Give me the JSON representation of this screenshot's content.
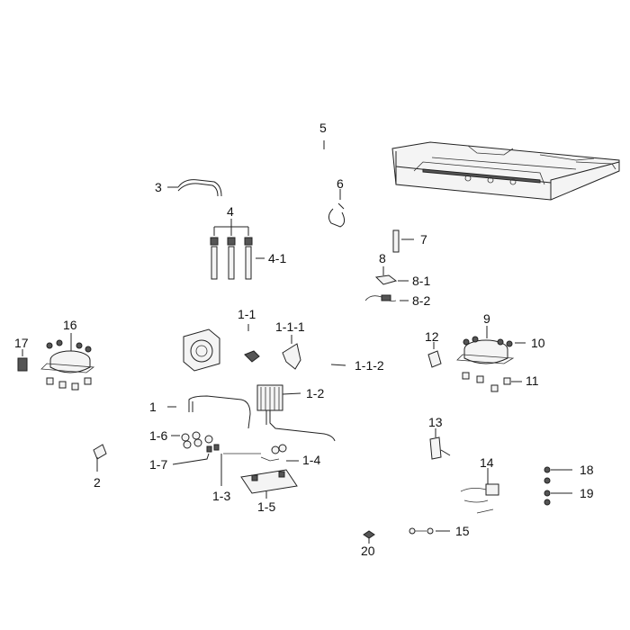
{
  "labels": {
    "p1": "1",
    "p1_1": "1-1",
    "p1_1_1": "1-1-1",
    "p1_1_2": "1-1-2",
    "p1_2": "1-2",
    "p1_3": "1-3",
    "p1_4": "1-4",
    "p1_5": "1-5",
    "p1_6": "1-6",
    "p1_7": "1-7",
    "p2": "2",
    "p3": "3",
    "p4": "4",
    "p4_1": "4-1",
    "p5": "5",
    "p6": "6",
    "p7": "7",
    "p8": "8",
    "p8_1": "8-1",
    "p8_2": "8-2",
    "p9": "9",
    "p10": "10",
    "p11": "11",
    "p12": "12",
    "p13": "13",
    "p14": "14",
    "p15": "15",
    "p16": "16",
    "p17": "17",
    "p18": "18",
    "p19": "19",
    "p20": "20"
  }
}
